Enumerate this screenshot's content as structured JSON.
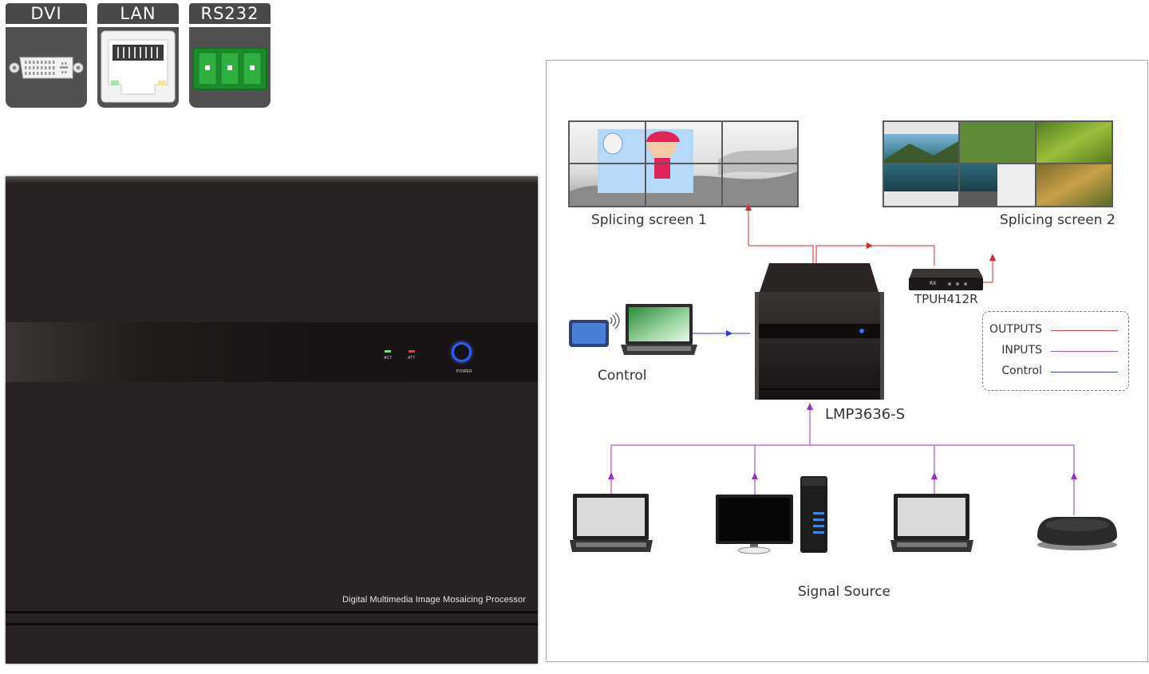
{
  "interfaces": [
    {
      "label": "DVI"
    },
    {
      "label": "LAN"
    },
    {
      "label": "RS232"
    }
  ],
  "device": {
    "led_act": "ACT",
    "led_att": "ATT",
    "power_label": "POWER",
    "title": "Digital Multimedia Image Mosaicing Processor"
  },
  "diagram": {
    "screen1_label": "Splicing screen 1",
    "screen2_label": "Splicing screen 2",
    "processor_label": "LMP3636-S",
    "receiver_label": "TPUH412R",
    "receiver_tag": "RX",
    "control_label": "Control",
    "signal_source_label": "Signal Source"
  },
  "legend": {
    "items": [
      {
        "label": "OUTPUTS",
        "color": "#e8484d"
      },
      {
        "label": "INPUTS",
        "color": "#b44fd6"
      },
      {
        "label": "Control",
        "color": "#3a45d0"
      }
    ]
  },
  "colors": {
    "outputs": "#e0262b",
    "inputs": "#9a2bd0",
    "control": "#2b35d8"
  }
}
